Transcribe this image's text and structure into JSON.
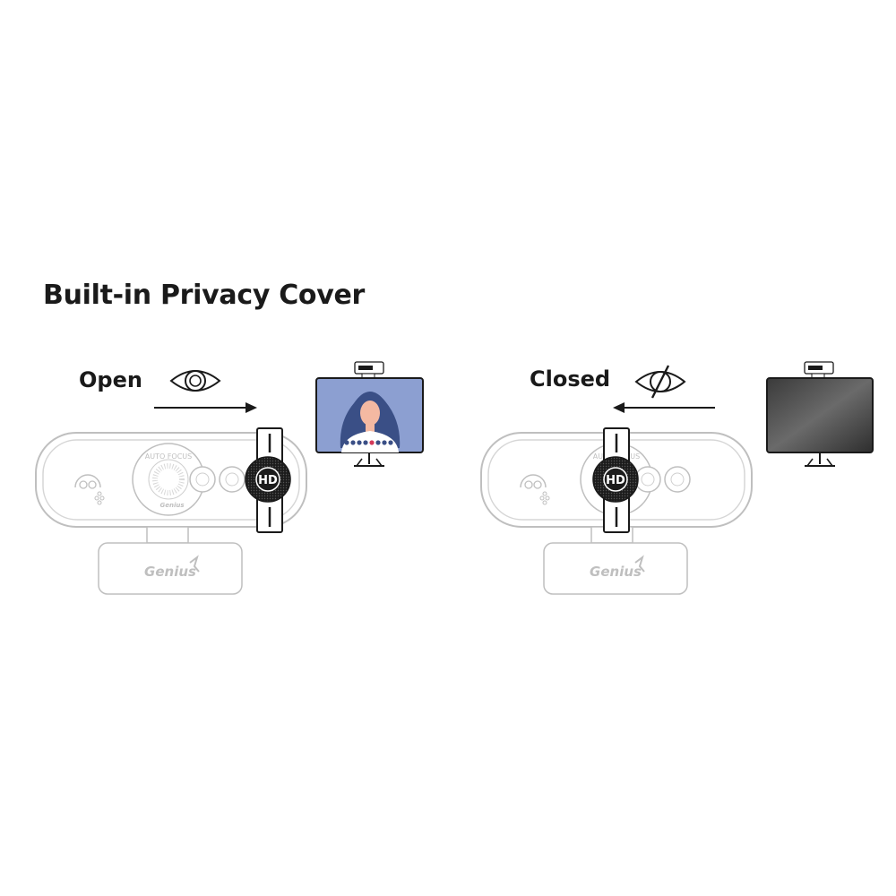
{
  "title": "Built-in Privacy Cover",
  "states": {
    "open": {
      "label": "Open"
    },
    "closed": {
      "label": "Closed"
    }
  },
  "camera": {
    "brand": "Genius",
    "ring_text": "AUTO FOCUS",
    "badge": "HD"
  },
  "icons": {
    "open": "eye-icon",
    "closed": "eye-crossed-icon"
  },
  "colors": {
    "screen_open": "#8c9fd1",
    "screen_closed": "#4a4a4a",
    "outline": "#bfbfbf",
    "text": "#1a1a1a"
  }
}
